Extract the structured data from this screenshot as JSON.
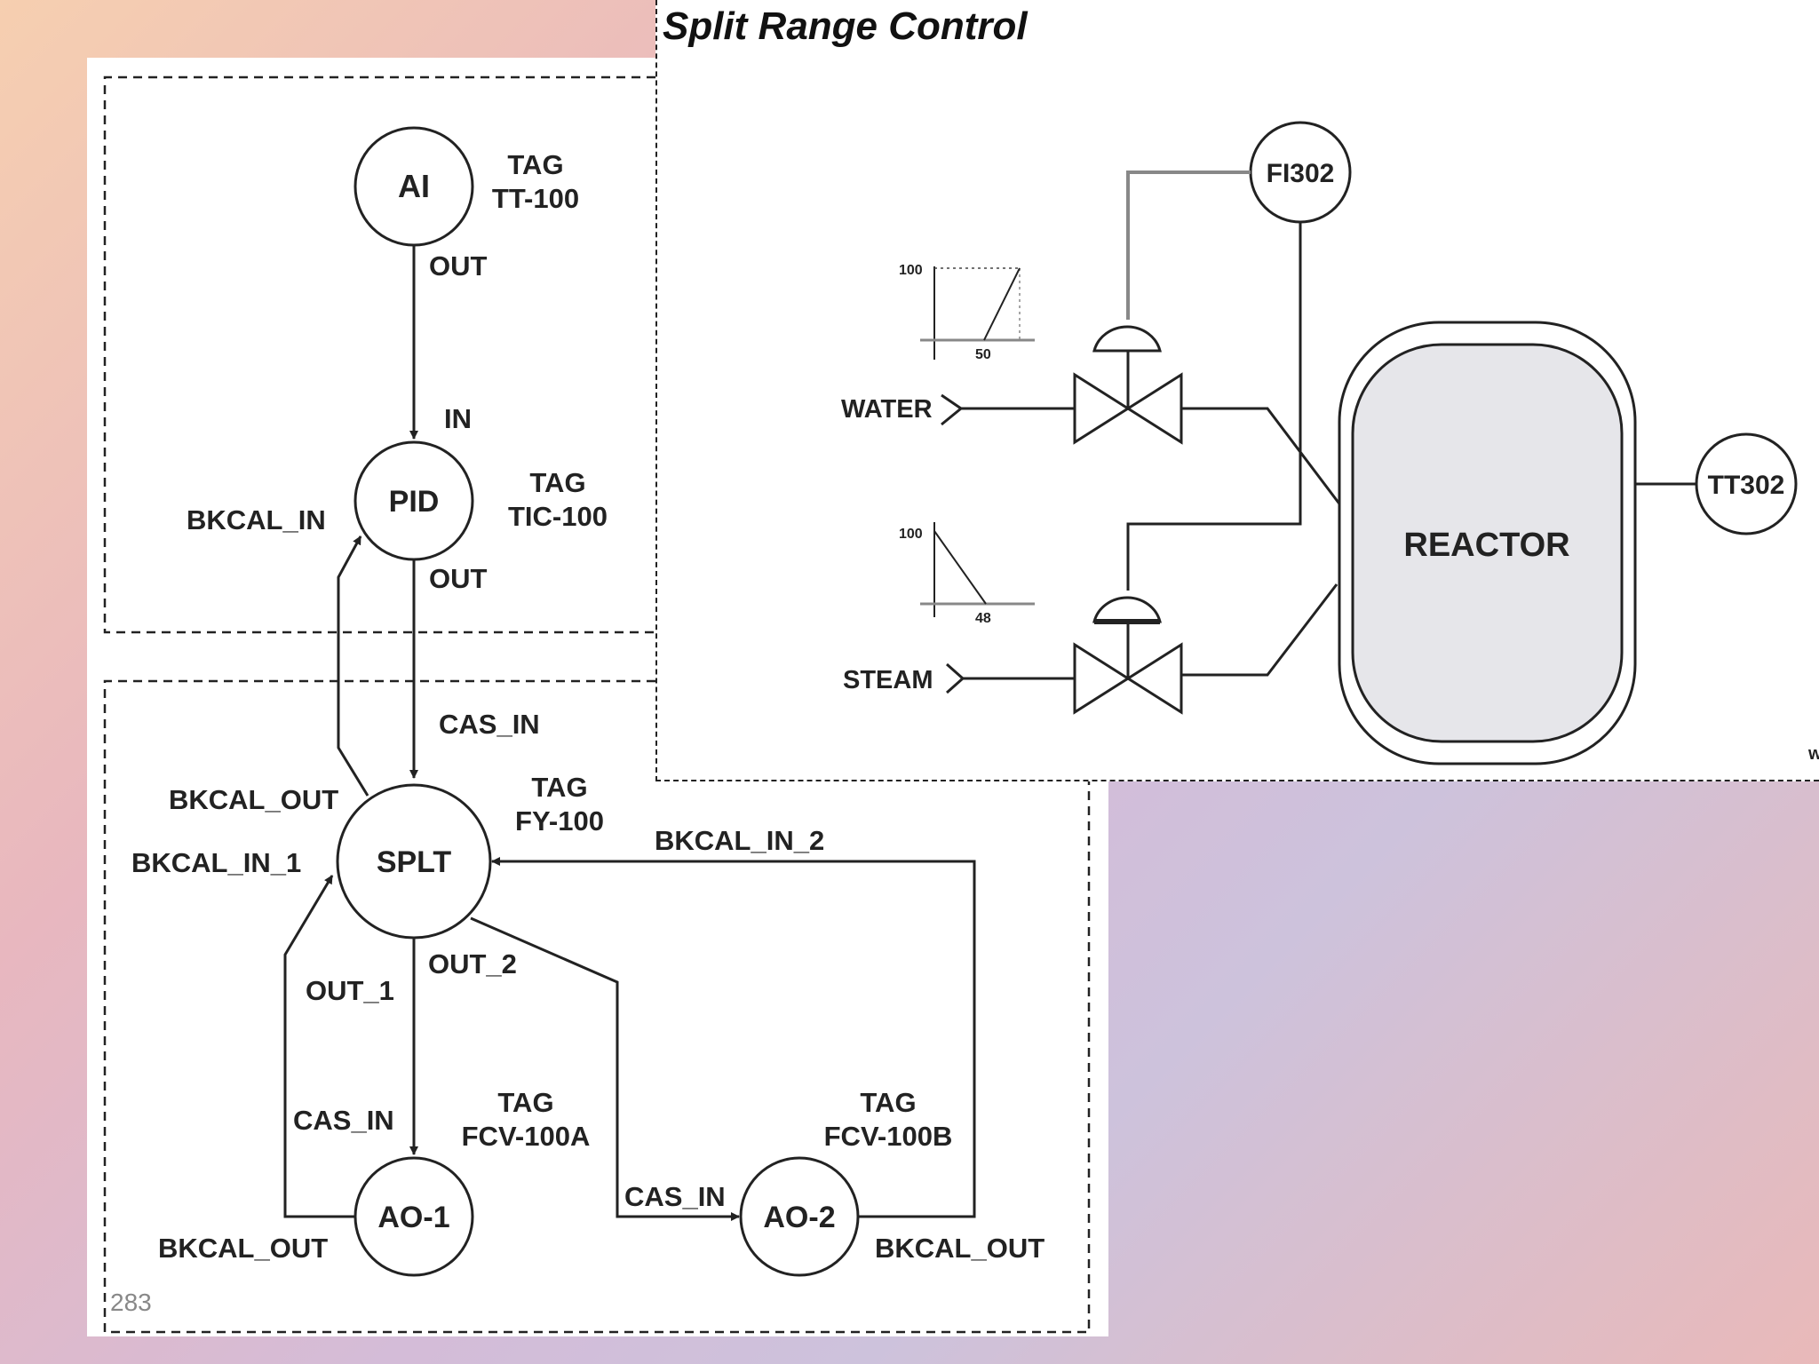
{
  "title": "Split Range Control",
  "page_number": "283",
  "blocks": {
    "ai": {
      "name": "AI",
      "tag": "TAG",
      "tag_id": "TT-100",
      "out": "OUT"
    },
    "pid": {
      "name": "PID",
      "tag": "TAG",
      "tag_id": "TIC-100",
      "in": "IN",
      "out": "OUT",
      "bkcal_in": "BKCAL_IN"
    },
    "splt": {
      "name": "SPLT",
      "tag": "TAG",
      "tag_id": "FY-100",
      "cas_in": "CAS_IN",
      "bkcal_out": "BKCAL_OUT",
      "bkcal_in_1": "BKCAL_IN_1",
      "bkcal_in_2": "BKCAL_IN_2",
      "out_1": "OUT_1",
      "out_2": "OUT_2"
    },
    "ao1": {
      "name": "AO-1",
      "tag": "TAG",
      "tag_id": "FCV-100A",
      "cas_in": "CAS_IN",
      "bkcal_out": "BKCAL_OUT"
    },
    "ao2": {
      "name": "AO-2",
      "tag": "TAG",
      "tag_id": "FCV-100B",
      "cas_in": "CAS_IN",
      "bkcal_out": "BKCAL_OUT"
    }
  },
  "process": {
    "flow_indicator": "FI302",
    "temperature_transmitter": "TT302",
    "reactor": "REACTOR",
    "water": "WATER",
    "steam": "STEAM",
    "water_curve": {
      "y_max": "100",
      "x_mark": "50"
    },
    "steam_curve": {
      "y_max": "100",
      "x_mark": "48"
    },
    "edge_label": "w"
  },
  "colors": {
    "line": "#222222",
    "reactor_fill": "#e6e6ea",
    "signal_line": "#888888"
  }
}
